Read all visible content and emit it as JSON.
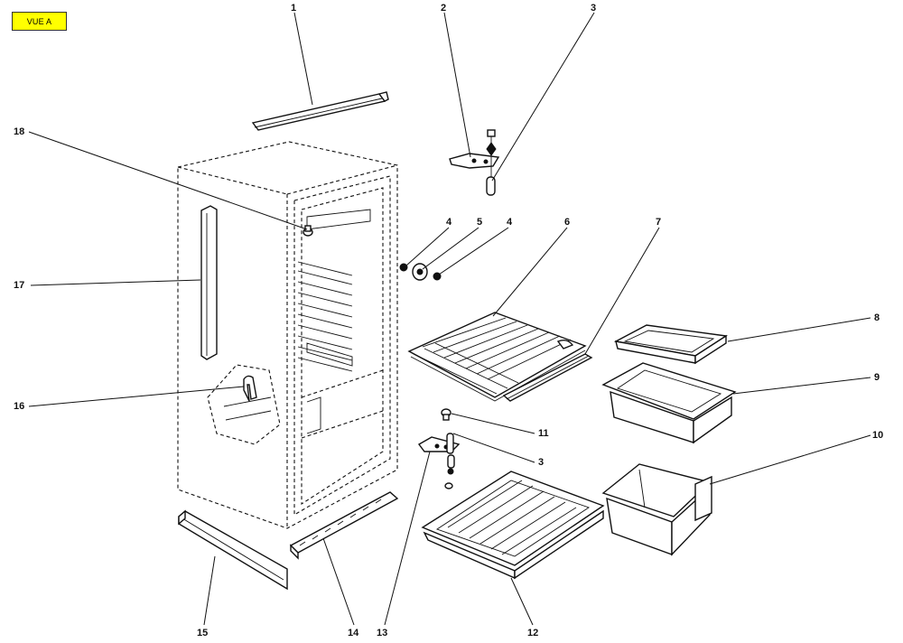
{
  "view_label": "VUE A",
  "callouts": [
    {
      "id": "1",
      "text": "1"
    },
    {
      "id": "2",
      "text": "2"
    },
    {
      "id": "3a",
      "text": "3"
    },
    {
      "id": "4a",
      "text": "4"
    },
    {
      "id": "5",
      "text": "5"
    },
    {
      "id": "4b",
      "text": "4"
    },
    {
      "id": "6",
      "text": "6"
    },
    {
      "id": "7",
      "text": "7"
    },
    {
      "id": "8",
      "text": "8"
    },
    {
      "id": "9",
      "text": "9"
    },
    {
      "id": "10",
      "text": "10"
    },
    {
      "id": "11",
      "text": "11"
    },
    {
      "id": "3b",
      "text": "3"
    },
    {
      "id": "12",
      "text": "12"
    },
    {
      "id": "13",
      "text": "13"
    },
    {
      "id": "14",
      "text": "14"
    },
    {
      "id": "15",
      "text": "15"
    },
    {
      "id": "16",
      "text": "16"
    },
    {
      "id": "17",
      "text": "17"
    },
    {
      "id": "18",
      "text": "18"
    }
  ]
}
